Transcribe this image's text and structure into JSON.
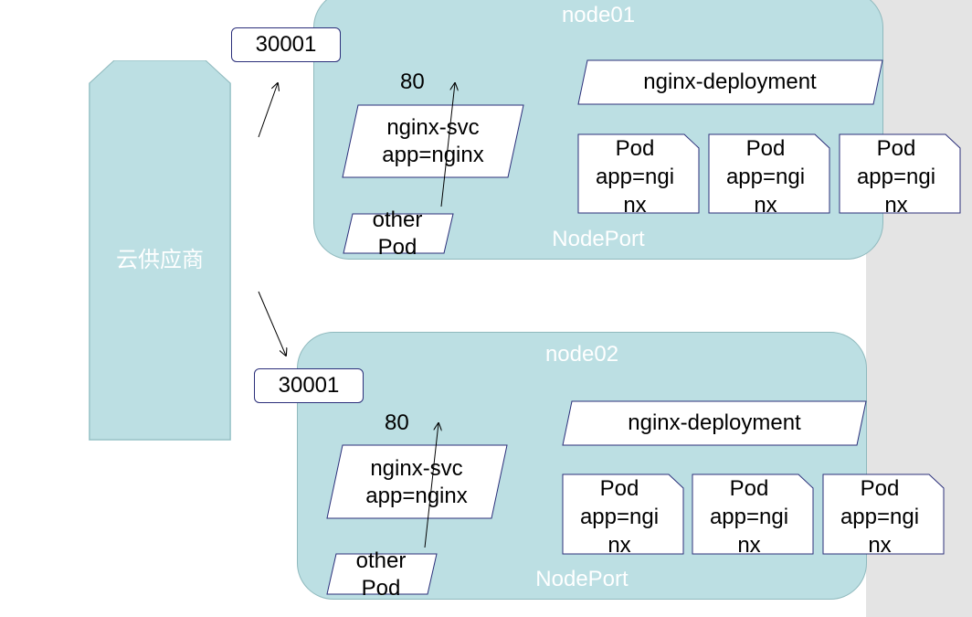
{
  "cloud_provider": {
    "label": "云供应商"
  },
  "nodes": [
    {
      "title": "node01",
      "port_label": "NodePort",
      "node_port": "30001",
      "svc_port": "80",
      "service": {
        "line1": "nginx-svc",
        "line2": "app=nginx"
      },
      "other_pod": {
        "line1": "other",
        "line2": "Pod"
      },
      "deployment": "nginx-deployment",
      "pods": [
        {
          "line1": "Pod",
          "line2": "app=ngi",
          "line3": "nx"
        },
        {
          "line1": "Pod",
          "line2": "app=ngi",
          "line3": "nx"
        },
        {
          "line1": "Pod",
          "line2": "app=ngi",
          "line3": "nx"
        }
      ]
    },
    {
      "title": "node02",
      "port_label": "NodePort",
      "node_port": "30001",
      "svc_port": "80",
      "service": {
        "line1": "nginx-svc",
        "line2": "app=nginx"
      },
      "other_pod": {
        "line1": "other",
        "line2": "Pod"
      },
      "deployment": "nginx-deployment",
      "pods": [
        {
          "line1": "Pod",
          "line2": "app=ngi",
          "line3": "nx"
        },
        {
          "line1": "Pod",
          "line2": "app=ngi",
          "line3": "nx"
        },
        {
          "line1": "Pod",
          "line2": "app=ngi",
          "line3": "nx"
        }
      ]
    }
  ],
  "colors": {
    "node_fill": "#bcdfe3",
    "border": "#2b2f7a",
    "panel": "#e4e4e4"
  }
}
